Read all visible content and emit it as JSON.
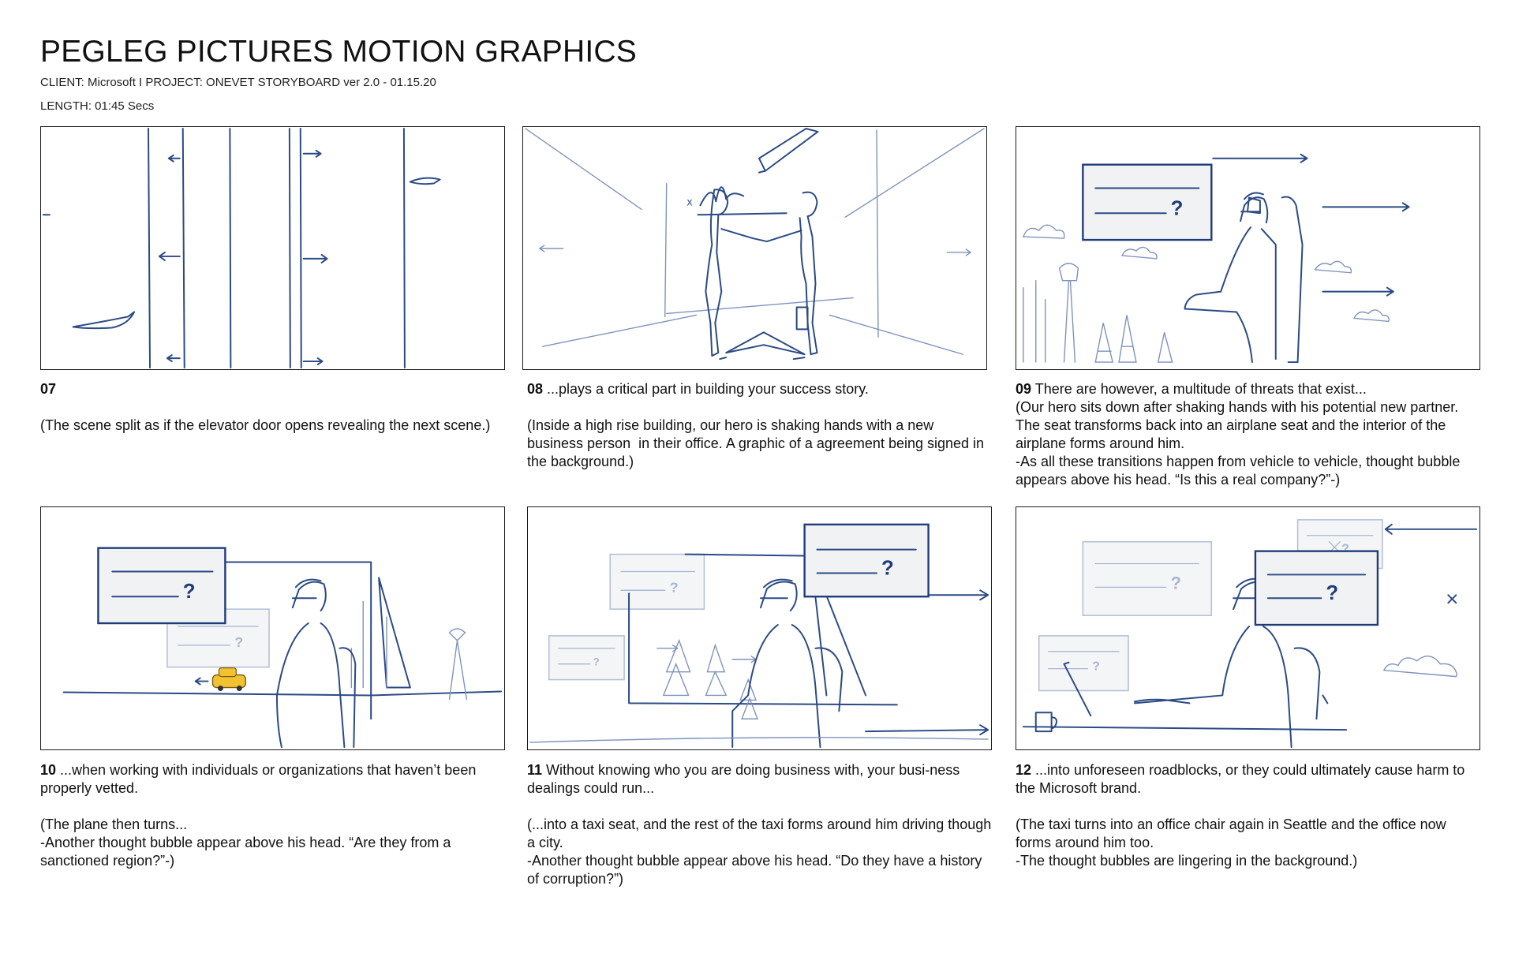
{
  "header": {
    "title": "PEGLEG PICTURES MOTION GRAPHICS",
    "line1": "CLIENT: Microsoft   I  PROJECT: ONEVET  STORYBOARD ver 2.0 - 01.15.20",
    "line2": "LENGTH: 01:45 Secs"
  },
  "panels": [
    {
      "num": "07",
      "vo": "",
      "desc": "(The scene split as if the elevator door opens revealing the next scene.)"
    },
    {
      "num": "08",
      "vo": " ...plays a critical part in building your success story.",
      "desc": "(Inside a high rise building, our hero is shaking hands with a new business person  in their office. A graphic of a agreement being signed in the background.)"
    },
    {
      "num": "09",
      "vo": " There are however, a multitude of threats that exist...",
      "desc": "(Our hero sits down after shaking hands with his potential new partner. The seat transforms back into an airplane seat and the interior of the airplane forms around him.\n-As all these transitions happen from vehicle to vehicle, thought bubble appears above his head. “Is this a real company?”-)"
    },
    {
      "num": "10",
      "vo": " ...when working with individuals or organizations that haven’t been properly vetted.",
      "desc": "(The plane then turns...\n-Another thought bubble appear above his head. “Are they from a sanctioned region?”-)"
    },
    {
      "num": "11",
      "vo": " Without knowing who you are doing business with, your busi-ness dealings could run...",
      "desc": "(...into a taxi seat, and the rest of the taxi forms around him driving though a city.\n-Another thought bubble appear above his head. “Do they have a history of corruption?”)"
    },
    {
      "num": "12",
      "vo": " ...into unforeseen roadblocks, or they could ultimately cause harm to the Microsoft brand.",
      "desc": "(The taxi turns into an office chair again in Seattle and the office now forms around him too.\n-The thought bubbles are lingering in the background.)"
    }
  ],
  "sketch": {
    "question_mark": "?",
    "sign_x": "x",
    "ink_color": "#2b4a85",
    "taxi_color": "#f2c230"
  }
}
